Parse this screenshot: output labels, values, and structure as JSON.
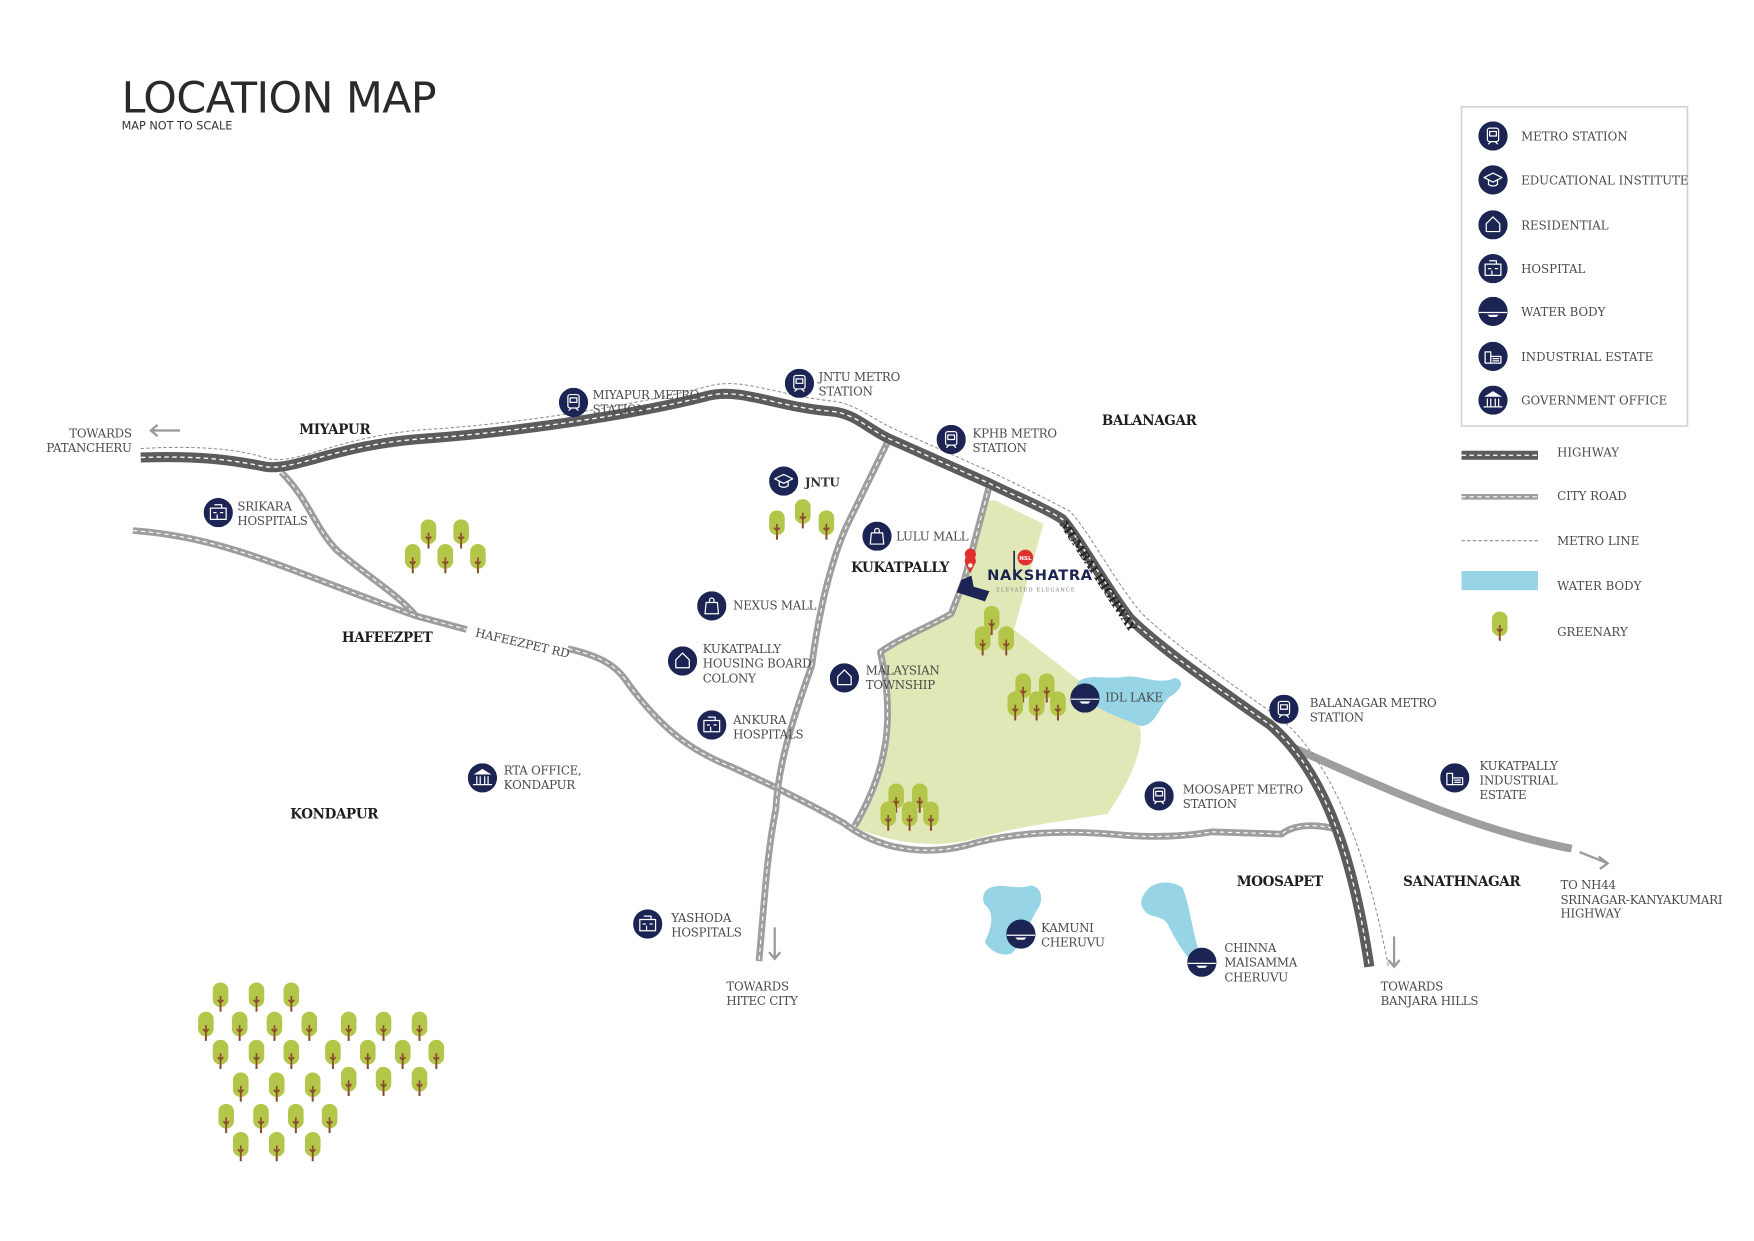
{
  "title": "LOCATION MAP",
  "subtitle": "MAP NOT TO SCALE",
  "legend": {
    "icons": [
      {
        "icon": "metro-icon",
        "label": "METRO STATION"
      },
      {
        "icon": "education-icon",
        "label": "EDUCATIONAL INSTITUTE"
      },
      {
        "icon": "residential-icon",
        "label": "RESIDENTIAL"
      },
      {
        "icon": "hospital-icon",
        "label": "HOSPITAL"
      },
      {
        "icon": "water-body-icon",
        "label": "WATER BODY"
      },
      {
        "icon": "industrial-icon",
        "label": "INDUSTRIAL ESTATE"
      },
      {
        "icon": "government-icon",
        "label": "GOVERNMENT OFFICE"
      }
    ],
    "lines": [
      {
        "label": "HIGHWAY"
      },
      {
        "label": "CITY ROAD"
      },
      {
        "label": "METRO LINE"
      },
      {
        "label": "WATER BODY"
      },
      {
        "label": "GREENARY"
      }
    ]
  },
  "colors": {
    "icon": "#1b2452",
    "highway": "#5c5c5c",
    "city_road": "#9e9e9e",
    "water": "#96d4e6",
    "greenary": "#e1e8b7",
    "tree": "#b3c64a",
    "pin": "#e0312f"
  },
  "places": [
    "MIYAPUR",
    "BALANAGAR",
    "KUKATPALLY",
    "HAFEEZPET",
    "KONDAPUR",
    "MOOSAPET",
    "SANATHNAGAR"
  ],
  "roads": {
    "hafeezpet_rd": "HAFEEZPET RD",
    "mumbai_highway": "MUMBAI HIGHWAY"
  },
  "pois": [
    {
      "type": "metro",
      "lines": [
        "MIYAPUR METRO",
        "STATION"
      ]
    },
    {
      "type": "metro",
      "lines": [
        "JNTU METRO",
        "STATION"
      ]
    },
    {
      "type": "metro",
      "lines": [
        "KPHB METRO",
        "STATION"
      ]
    },
    {
      "type": "hospital",
      "lines": [
        "SRIKARA",
        "HOSPITALS"
      ]
    },
    {
      "type": "education",
      "lines": [
        "JNTU"
      ]
    },
    {
      "type": "mall",
      "lines": [
        "LULU MALL"
      ]
    },
    {
      "type": "mall",
      "lines": [
        "NEXUS MALL"
      ]
    },
    {
      "type": "residential",
      "lines": [
        "KUKATPALLY",
        "HOUSING BOARD",
        "COLONY"
      ]
    },
    {
      "type": "residential",
      "lines": [
        "MALAYSIAN",
        "TOWNSHIP"
      ]
    },
    {
      "type": "hospital",
      "lines": [
        "ANKURA",
        "HOSPITALS"
      ]
    },
    {
      "type": "government",
      "lines": [
        "RTA OFFICE,",
        "KONDAPUR"
      ]
    },
    {
      "type": "water",
      "lines": [
        "IDL LAKE"
      ]
    },
    {
      "type": "metro",
      "lines": [
        "BALANAGAR METRO",
        "STATION"
      ]
    },
    {
      "type": "industrial",
      "lines": [
        "KUKATPALLY",
        "INDUSTRIAL",
        "ESTATE"
      ]
    },
    {
      "type": "metro",
      "lines": [
        "MOOSAPET METRO",
        "STATION"
      ]
    },
    {
      "type": "hospital",
      "lines": [
        "YASHODA",
        "HOSPITALS"
      ]
    },
    {
      "type": "water",
      "lines": [
        "KAMUNI",
        "CHERUVU"
      ]
    },
    {
      "type": "water",
      "lines": [
        "CHINNA",
        "MAISAMMA",
        "CHERUVU"
      ]
    }
  ],
  "directions": [
    {
      "lines": [
        "TOWARDS",
        "PATANCHERU"
      ]
    },
    {
      "lines": [
        "TOWARDS",
        "HITEC CITY"
      ]
    },
    {
      "lines": [
        "TOWARDS",
        "BANJARA HILLS"
      ]
    },
    {
      "lines": [
        "TO NH44",
        "SRINAGAR-KANYAKUMARI",
        "HIGHWAY"
      ]
    }
  ],
  "project": {
    "name": "NAKSHATRA",
    "tagline": "ELEVATED ELEGANCE",
    "brand": "NSL"
  }
}
